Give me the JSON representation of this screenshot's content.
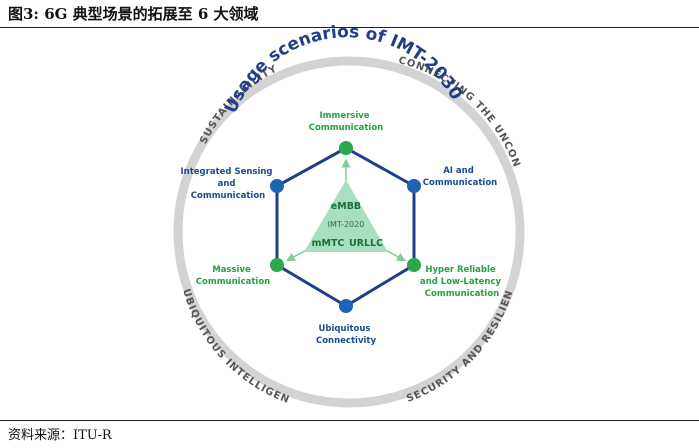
{
  "figure": {
    "title": "图3:  6G 典型场景的拓展至 6 大领域",
    "source": "资料来源：ITU-R"
  },
  "diagram": {
    "arc_title": "Usage scenarios of IMT-2030",
    "ring_labels": {
      "top_left": "SUSTAINABILITY",
      "top_right": "CONNECTING THE UNCONNECTED",
      "bottom_left": "UBIQUITOUS INTELLIGENCE",
      "bottom_right": "SECURITY AND RESILIENCE"
    },
    "nodes": {
      "top": [
        "Immersive",
        "Communication"
      ],
      "top_right": [
        "AI and",
        "Communication"
      ],
      "bottom_right": [
        "Hyper Reliable",
        "and Low-Latency",
        "Communication"
      ],
      "bottom": [
        "Ubiquitous",
        "Connectivity"
      ],
      "bottom_left": [
        "Massive",
        "Communication"
      ],
      "top_left": [
        "Integrated Sensing",
        "and",
        "Communication"
      ]
    },
    "triangle": {
      "top": "eMBB",
      "middle": "IMT-2020",
      "left": "mMTC",
      "right": "URLLC"
    },
    "colors": {
      "ring": "#d3d3d3",
      "hexagon": "#1f3f8c",
      "green_node": "#2aa84a",
      "blue_node": "#1f63b5",
      "triangle": "#a8dfc0"
    }
  }
}
